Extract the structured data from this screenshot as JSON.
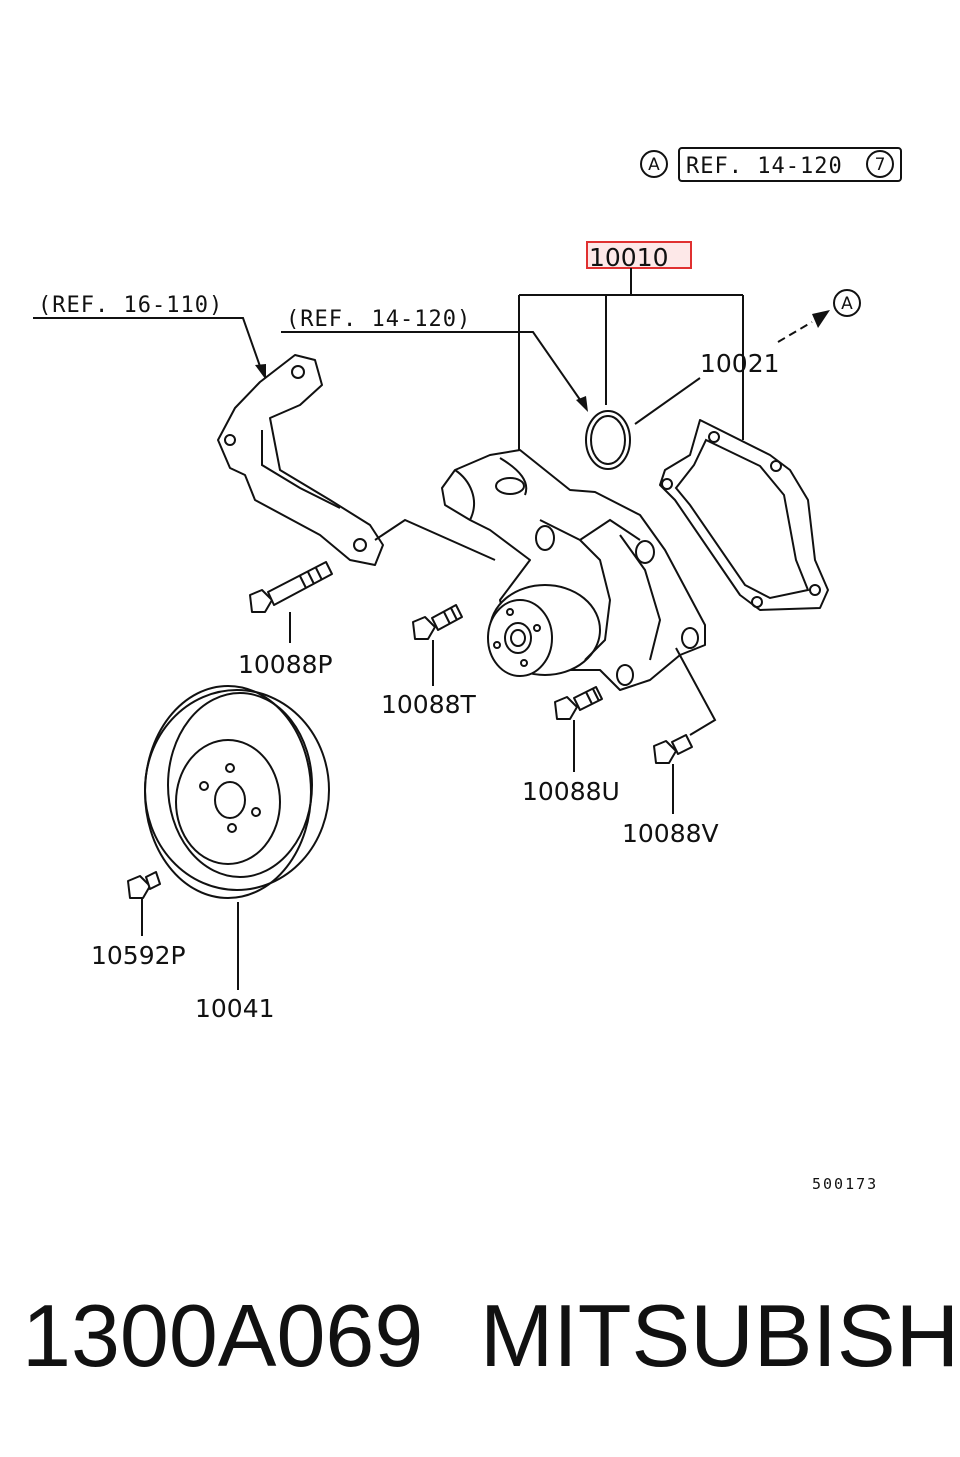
{
  "callouts": {
    "ref_16_110": "(REF. 16-110)",
    "ref_14_120": "(REF. 14-120)",
    "ref_box": "REF. 14-120",
    "ref_box_num": "7",
    "marker_a": "A",
    "marker_a_arrow": "A"
  },
  "parts": {
    "p10010": "10010",
    "p10021": "10021",
    "p10088P": "10088P",
    "p10088T": "10088T",
    "p10088U": "10088U",
    "p10088V": "10088V",
    "p10592P": "10592P",
    "p10041": "10041"
  },
  "diagram_id": "500173",
  "caption": {
    "part_number": "1300A069",
    "brand": "MITSUBISHI"
  },
  "colors": {
    "highlight_border": "#e03030",
    "highlight_fill": "#fde8e8",
    "ink": "#111111"
  }
}
